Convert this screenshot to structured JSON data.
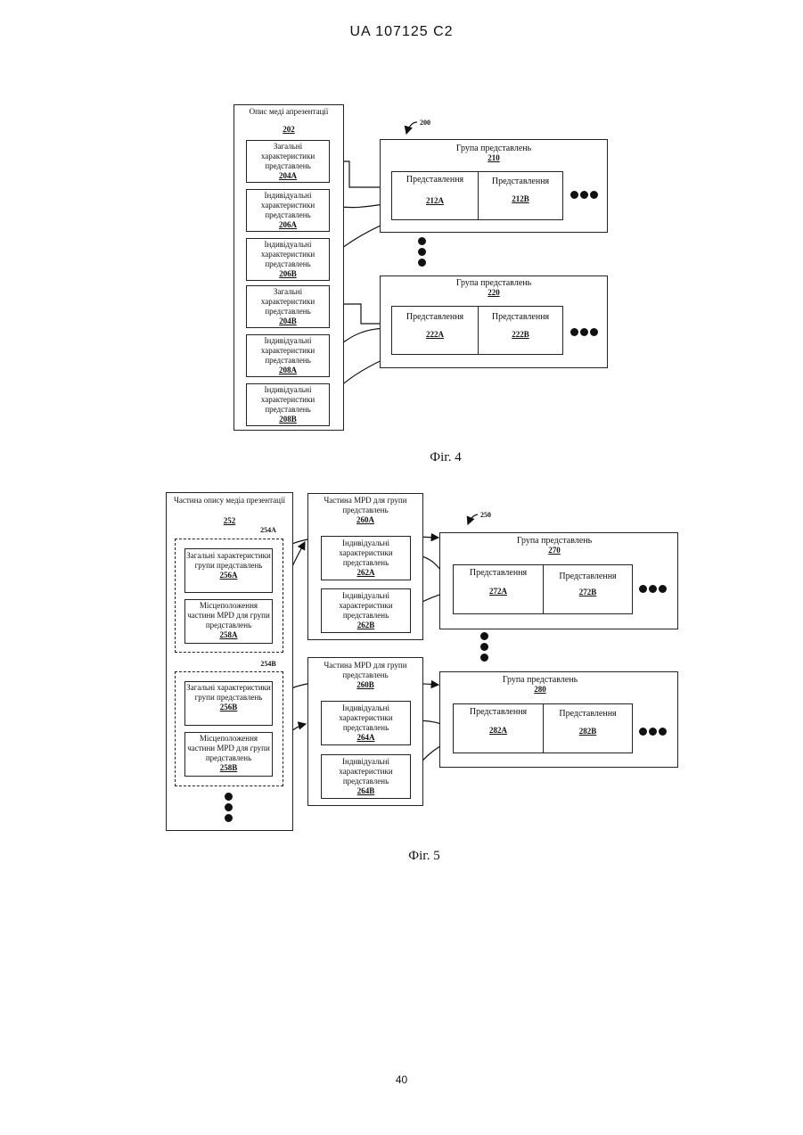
{
  "header": "UA   107125   C2",
  "page_number": "40",
  "fig4": {
    "caption": "Фіг. 4",
    "ref_200": "200",
    "mpd": {
      "title": "Опис меді апрезентації",
      "ref": "202"
    },
    "items": [
      {
        "text": "Загальні характеристики представлень",
        "ref": "204A"
      },
      {
        "text": "Індивідуальні характеристики представлень",
        "ref": "206A"
      },
      {
        "text": "Індивідуальні характеристики представлень",
        "ref": "206B"
      },
      {
        "text": "Загальні характеристики представлень",
        "ref": "204B"
      },
      {
        "text": "Індивідуальні характеристики представлень",
        "ref": "208A"
      },
      {
        "text": "Індивідуальні характеристики представлень",
        "ref": "208B"
      }
    ],
    "group1": {
      "title": "Група представлень",
      "ref": "210",
      "rep_a": {
        "title": "Представлення",
        "ref": "212A"
      },
      "rep_b": {
        "title": "Представлення",
        "ref": "212B"
      }
    },
    "group2": {
      "title": "Група представлень",
      "ref": "220",
      "rep_a": {
        "title": "Представлення",
        "ref": "222A"
      },
      "rep_b": {
        "title": "Представлення",
        "ref": "222B"
      }
    }
  },
  "fig5": {
    "caption": "Фіг. 5",
    "ref_250": "250",
    "mpd": {
      "title": "Частина опису медіа презентації",
      "ref": "252"
    },
    "group_254a": "254A",
    "group_254b": "254B",
    "left_items": [
      {
        "text": "Загальні характеристики групи представлень",
        "ref": "256A"
      },
      {
        "text": "Місцеположення частини MPD для групи представлень",
        "ref": "258A"
      },
      {
        "text": "Загальні характеристики групи представлень",
        "ref": "256B"
      },
      {
        "text": "Місцеположення частини MPD для групи представлень",
        "ref": "258B"
      }
    ],
    "part1": {
      "title": "Частина MPD для групи представлень",
      "ref": "260A",
      "items": [
        {
          "text": "Індивідуальні характеристики представлень",
          "ref": "262A"
        },
        {
          "text": "Індивідуальні характеристики представлень",
          "ref": "262B"
        }
      ]
    },
    "part2": {
      "title": "Частина MPD для групи представлень",
      "ref": "260B",
      "items": [
        {
          "text": "Індивідуальні характеристики представлень",
          "ref": "264A"
        },
        {
          "text": "Індивідуальні характеристики представлень",
          "ref": "264B"
        }
      ]
    },
    "group1": {
      "title": "Група представлень",
      "ref": "270",
      "rep_a": {
        "title": "Представлення",
        "ref": "272A"
      },
      "rep_b": {
        "title": "Представлення",
        "ref": "272B"
      }
    },
    "group2": {
      "title": "Група представлень",
      "ref": "280",
      "rep_a": {
        "title": "Представлення",
        "ref": "282A"
      },
      "rep_b": {
        "title": "Представлення",
        "ref": "282B"
      }
    }
  }
}
